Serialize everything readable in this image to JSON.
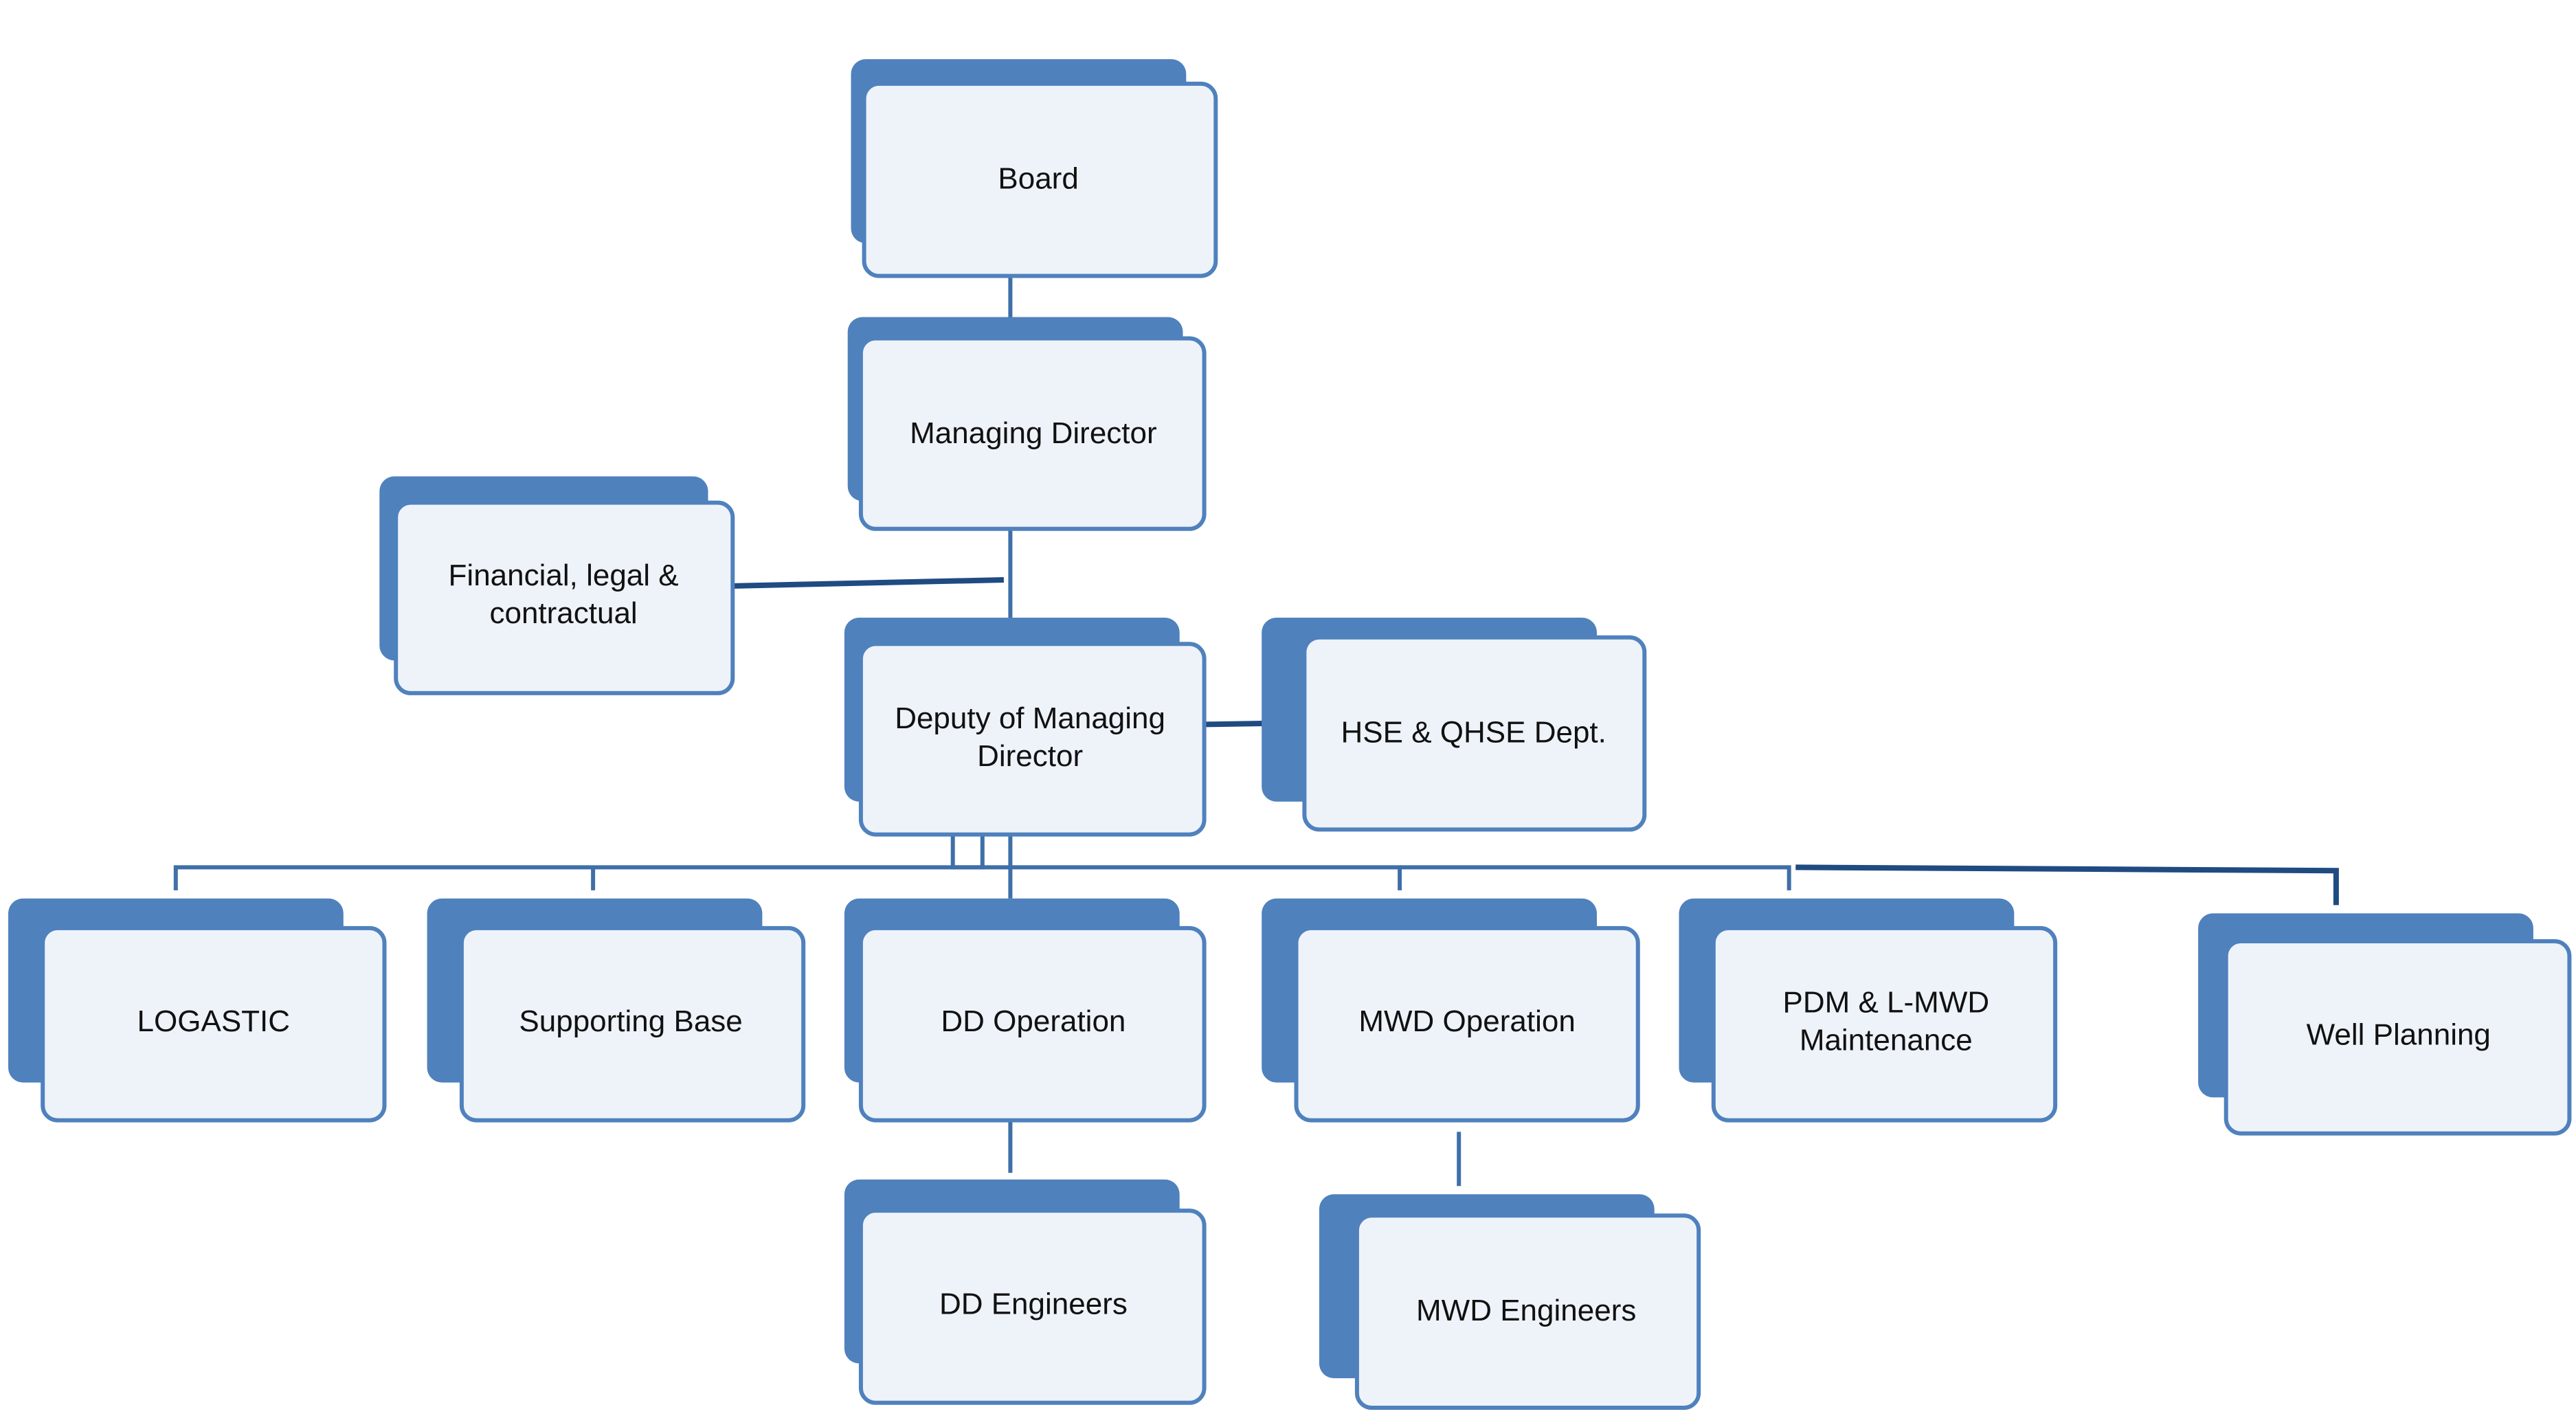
{
  "diagram": {
    "nodes": [
      {
        "id": "board",
        "lines": [
          "Board"
        ]
      },
      {
        "id": "managing-director",
        "lines": [
          "Managing Director"
        ]
      },
      {
        "id": "financial",
        "lines": [
          "Financial, legal &",
          "contractual"
        ]
      },
      {
        "id": "deputy",
        "lines": [
          "Deputy of Managing",
          "Director"
        ]
      },
      {
        "id": "hse",
        "lines": [
          "HSE & QHSE Dept."
        ]
      },
      {
        "id": "logastic",
        "lines": [
          "LOGASTIC"
        ]
      },
      {
        "id": "supporting-base",
        "lines": [
          "Supporting Base"
        ]
      },
      {
        "id": "dd-operation",
        "lines": [
          "DD Operation"
        ]
      },
      {
        "id": "mwd-operation",
        "lines": [
          "MWD Operation"
        ]
      },
      {
        "id": "pdm",
        "lines": [
          "PDM & L-MWD",
          "Maintenance"
        ]
      },
      {
        "id": "well-planning",
        "lines": [
          "Well Planning"
        ]
      },
      {
        "id": "dd-engineers",
        "lines": [
          "DD Engineers"
        ]
      },
      {
        "id": "mwd-engineers",
        "lines": [
          "MWD Engineers"
        ]
      }
    ],
    "edges": [
      {
        "from": "board",
        "to": "managing-director"
      },
      {
        "from": "managing-director",
        "to": "deputy"
      },
      {
        "from": "managing-director",
        "to": "financial"
      },
      {
        "from": "deputy",
        "to": "hse"
      },
      {
        "from": "deputy",
        "to": "logastic"
      },
      {
        "from": "deputy",
        "to": "supporting-base"
      },
      {
        "from": "deputy",
        "to": "dd-operation"
      },
      {
        "from": "deputy",
        "to": "mwd-operation"
      },
      {
        "from": "deputy",
        "to": "pdm"
      },
      {
        "from": "deputy",
        "to": "well-planning"
      },
      {
        "from": "dd-operation",
        "to": "dd-engineers"
      },
      {
        "from": "mwd-operation",
        "to": "mwd-engineers"
      }
    ]
  }
}
